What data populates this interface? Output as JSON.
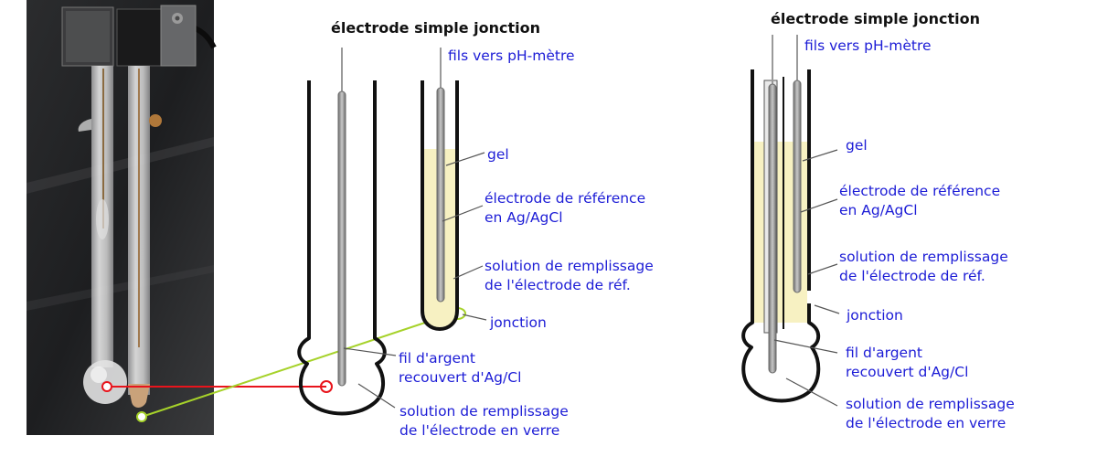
{
  "photo": {
    "icon": "ph-electrode-photo"
  },
  "diagram_center": {
    "title": "électrode simple jonction",
    "labels": {
      "wires": "fils vers pH-mètre",
      "gel": "gel",
      "ref_line1": "électrode de référence",
      "ref_line2": "en Ag/AgCl",
      "fill_ref_line1": "solution de remplissage",
      "fill_ref_line2": "de l'électrode de réf.",
      "junction": "jonction",
      "silver_line1": "fil d'argent",
      "silver_line2": "recouvert d'Ag/Cl",
      "fill_glass_line1": "solution de remplissage",
      "fill_glass_line2": "de l'électrode en verre"
    }
  },
  "diagram_right": {
    "title": "électrode simple jonction",
    "labels": {
      "wires": "fils vers pH-mètre",
      "gel": "gel",
      "ref_line1": "électrode de référence",
      "ref_line2": "en Ag/AgCl",
      "fill_ref_line1": "solution de remplissage",
      "fill_ref_line2": "de l'électrode de réf.",
      "junction": "jonction",
      "silver_line1": "fil d'argent",
      "silver_line2": "recouvert d'Ag/Cl",
      "fill_glass_line1": "solution de remplissage",
      "fill_glass_line2": "de l'électrode en verre"
    }
  },
  "colors": {
    "label_blue": "#1c1cd6",
    "gel_fill": "#f7f1c2",
    "connector_red": "#e8141c",
    "connector_green": "#a6d22a",
    "glass_outline": "#111111",
    "wire_gray": "#8c8c8c"
  }
}
